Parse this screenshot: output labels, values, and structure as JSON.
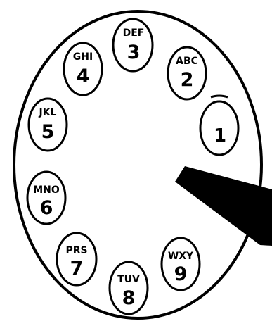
{
  "dial": {
    "outline_color": "#000000",
    "background_color": "#ffffff",
    "finger_stop_color": "#000000",
    "holes": [
      {
        "digit": "1",
        "letters": ""
      },
      {
        "digit": "2",
        "letters": "ABC"
      },
      {
        "digit": "3",
        "letters": "DEF"
      },
      {
        "digit": "4",
        "letters": "GHI"
      },
      {
        "digit": "5",
        "letters": "JKL"
      },
      {
        "digit": "6",
        "letters": "MNO"
      },
      {
        "digit": "7",
        "letters": "PRS"
      },
      {
        "digit": "8",
        "letters": "TUV"
      },
      {
        "digit": "9",
        "letters": "WXY"
      }
    ]
  }
}
